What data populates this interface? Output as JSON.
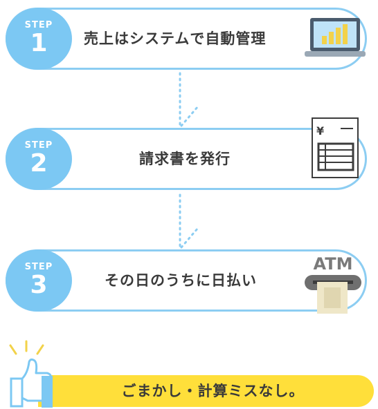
{
  "steps": [
    {
      "label": "STEP",
      "number": "1",
      "text": "売上はシステムで自動管理",
      "icon": "laptop-chart-icon"
    },
    {
      "label": "STEP",
      "number": "2",
      "text": "請求書を発行",
      "icon": "invoice-icon"
    },
    {
      "label": "STEP",
      "number": "3",
      "text": "その日のうちに日払い",
      "icon": "atm-icon"
    }
  ],
  "atm_label": "ATM",
  "invoice_symbol": "¥",
  "banner": {
    "text": "ごまかし・計算ミスなし。",
    "icon": "thumbs-up-icon"
  },
  "colors": {
    "accent_blue": "#7cc8f3",
    "border_blue": "#8ccdf2",
    "banner_yellow": "#ffdf3a"
  }
}
